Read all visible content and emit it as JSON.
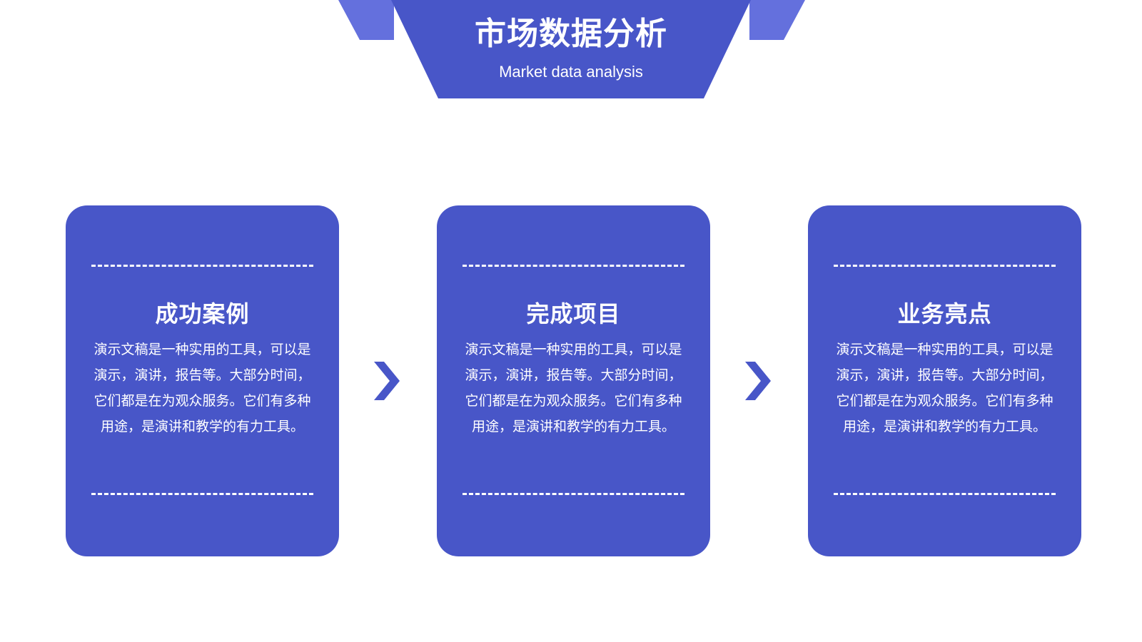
{
  "header": {
    "title": "市场数据分析",
    "subtitle": "Market data analysis"
  },
  "colors": {
    "primary": "#4856c8",
    "header_light": "#6470dd",
    "text_light": "#ffffff"
  },
  "cards": [
    {
      "title": "成功案例",
      "body": "演示文稿是一种实用的工具，可以是演示，演讲，报告等。大部分时间，它们都是在为观众服务。它们有多种用途，是演讲和教学的有力工具。"
    },
    {
      "title": "完成项目",
      "body": "演示文稿是一种实用的工具，可以是演示，演讲，报告等。大部分时间，它们都是在为观众服务。它们有多种用途，是演讲和教学的有力工具。"
    },
    {
      "title": "业务亮点",
      "body": "演示文稿是一种实用的工具，可以是演示，演讲，报告等。大部分时间，它们都是在为观众服务。它们有多种用途，是演讲和教学的有力工具。"
    }
  ],
  "icons": {
    "separator": "chevron-right-icon"
  }
}
